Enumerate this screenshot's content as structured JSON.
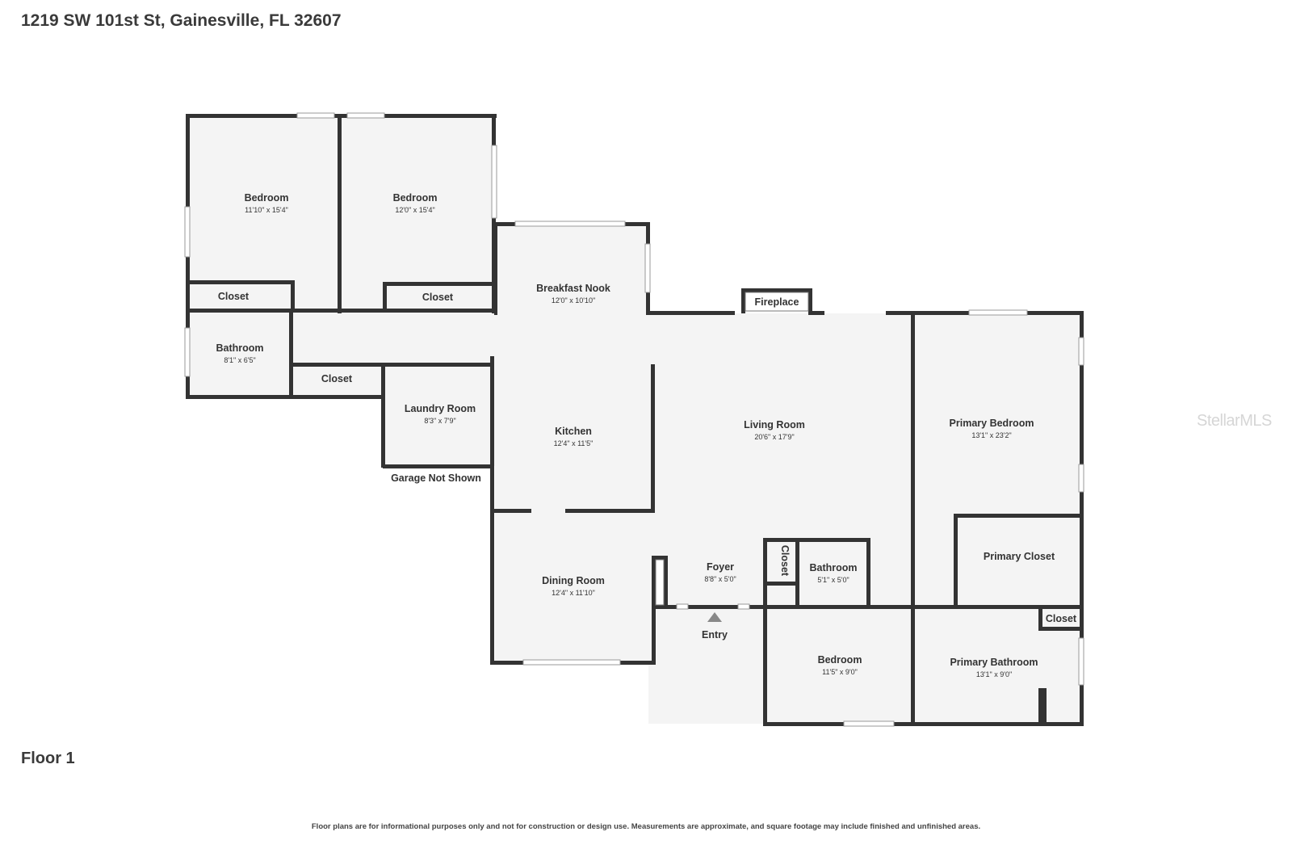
{
  "address": "1219 SW 101st St, Gainesville, FL 32607",
  "floor_label": "Floor 1",
  "disclaimer": "Floor plans are for informational purposes only and not for construction or design use. Measurements are approximate, and square footage may include finished and unfinished areas.",
  "watermark": "StellarMLS",
  "colors": {
    "wall": "#333333",
    "floor": "#f4f4f4"
  },
  "rooms": {
    "bedroom_1": {
      "name": "Bedroom",
      "dims": "11'10\" x 15'4\""
    },
    "bedroom_2": {
      "name": "Bedroom",
      "dims": "12'0\" x 15'4\""
    },
    "closet_1": {
      "name": "Closet"
    },
    "closet_2": {
      "name": "Closet"
    },
    "bathroom_1": {
      "name": "Bathroom",
      "dims": "8'1\" x 6'5\""
    },
    "closet_3": {
      "name": "Closet"
    },
    "laundry": {
      "name": "Laundry Room",
      "dims": "8'3\" x 7'9\""
    },
    "garage_note": "Garage Not Shown",
    "breakfast_nook": {
      "name": "Breakfast Nook",
      "dims": "12'0\" x 10'10\""
    },
    "kitchen": {
      "name": "Kitchen",
      "dims": "12'4\" x 11'5\""
    },
    "dining": {
      "name": "Dining Room",
      "dims": "12'4\" x 11'10\""
    },
    "fireplace": "Fireplace",
    "living": {
      "name": "Living Room",
      "dims": "20'6\" x 17'9\""
    },
    "foyer": {
      "name": "Foyer",
      "dims": "8'8\" x 5'0\""
    },
    "entry": "Entry",
    "closet_4": {
      "name": "Closet"
    },
    "bathroom_2": {
      "name": "Bathroom",
      "dims": "5'1\" x 5'0\""
    },
    "bedroom_3": {
      "name": "Bedroom",
      "dims": "11'5\" x 9'0\""
    },
    "primary_bedroom": {
      "name": "Primary Bedroom",
      "dims": "13'1\" x 23'2\""
    },
    "primary_closet": {
      "name": "Primary Closet"
    },
    "closet_5": {
      "name": "Closet"
    },
    "primary_bathroom": {
      "name": "Primary Bathroom",
      "dims": "13'1\" x 9'0\""
    }
  }
}
